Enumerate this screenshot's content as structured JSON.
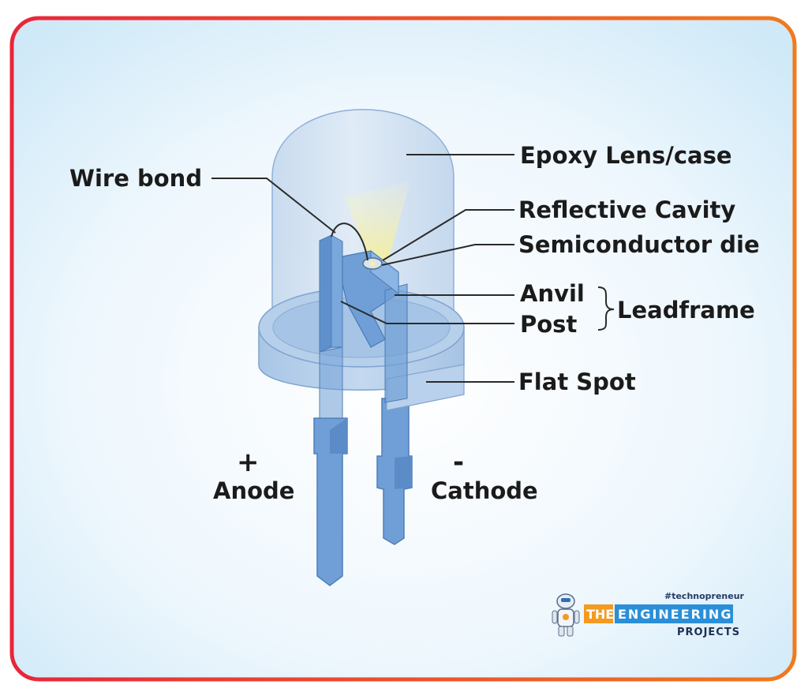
{
  "diagram": {
    "labels": {
      "epoxy_lens": "Epoxy Lens/case",
      "wire_bond": "Wire bond",
      "reflective_cavity": "Reflective Cavity",
      "semiconductor_die": "Semiconductor die",
      "anvil": "Anvil",
      "post": "Post",
      "leadframe": "Leadframe",
      "flat_spot": "Flat Spot",
      "anode": "Anode",
      "anode_sign": "+",
      "cathode": "Cathode",
      "cathode_sign": "-"
    }
  },
  "logo": {
    "tagline": "#technopreneur",
    "word_the": "THE",
    "word_engineering": "ENGINEERING",
    "word_projects": "PROJECTS"
  },
  "colors": {
    "frame_start": "#e8263a",
    "frame_end": "#f07a1e",
    "lead_blue": "#6f9fd6",
    "lens_blue": "#c8dcf0",
    "glow": "#f6f2b0"
  }
}
